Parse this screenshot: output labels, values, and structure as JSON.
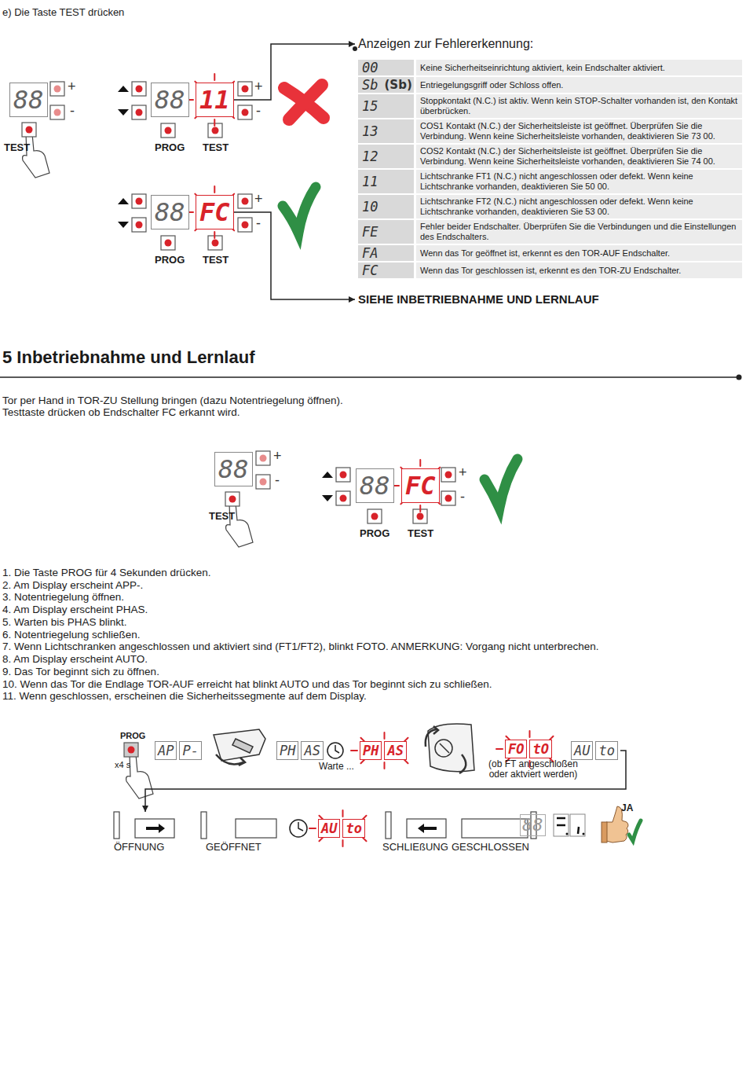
{
  "diagram": {
    "title": "5 Inbetriebnahme und Lernlauf",
    "nodes": [
      {
        "text": [
          "11"
        ]
      },
      {
        "text": [
          "FC"
        ]
      },
      {
        "text": [
          "Anzeigen zur Fehlererkennung:"
        ]
      },
      {
        "text": [
          "SIEHE INBETRIEBNAHME UND LERNLAUF"
        ]
      },
      {
        "text": [
          "AP",
          "P-"
        ]
      },
      {
        "text": [
          "PH",
          "AS"
        ]
      },
      {
        "text": [
          "PH",
          "AS"
        ]
      },
      {
        "text": [
          "FO",
          "tO"
        ]
      },
      {
        "text": [
          "AU",
          "to"
        ]
      },
      {
        "text": [
          "ÖFFNUNG"
        ]
      },
      {
        "text": [
          "GEÖFFNET"
        ]
      },
      {
        "text": [
          "AU",
          "to"
        ]
      },
      {
        "text": [
          "SCHLIEßUNG"
        ]
      },
      {
        "text": [
          "GESCHLOSSEN"
        ]
      }
    ],
    "edges": [
      {
        "from": 0,
        "to": 2,
        "arrow": "to"
      },
      {
        "from": 1,
        "to": 3,
        "arrow": "to"
      },
      {
        "from": 8,
        "to": 9,
        "arrow": "to"
      }
    ],
    "labels": [
      "e) Die Taste TEST drücken",
      "88",
      "+",
      "-",
      "TEST",
      "88",
      "+",
      "-",
      "PROG",
      "TEST",
      "88",
      "+",
      "-",
      "PROG",
      "TEST",
      "00",
      "Keine Sicherheitseinrichtung aktiviert, kein Endschalter aktiviert.",
      "Sb",
      "(Sb)",
      "Entriegelungsgriff oder Schloss offen.",
      "15",
      "Stoppkontakt (N.C.) ist aktiv. Wenn kein STOP-Schalter vorhanden ist, den Kontakt überbrücken.",
      "13",
      "COS1 Kontakt (N.C.) der Sicherheitsleiste ist geöffnet. Überprüfen Sie die Verbindung. Wenn keine Sicherheitsleiste vorhanden, deaktivieren Sie 73 00.",
      "12",
      "COS2 Kontakt (N.C.) der Sicherheitsleiste ist geöffnet. Überprüfen Sie die Verbindung. Wenn keine Sicherheitsleiste vorhanden, deaktivieren Sie 74 00.",
      "11",
      "Lichtschranke FT1 (N.C.) nicht angeschlossen oder defekt. Wenn keine Lichtschranke vorhanden, deaktivieren Sie 50 00.",
      "10",
      "Lichtschranke FT2 (N.C.) nicht angeschlossen oder defekt. Wenn keine Lichtschranke vorhanden, deaktivieren Sie 53 00.",
      "FE",
      "Fehler beider Endschalter. Überprüfen Sie die Verbindungen und die Einstellungen des Endschalters.",
      "FA",
      "Wenn das Tor geöffnet ist, erkennt es den TOR-AUF Endschalter.",
      "FC",
      "Wenn das Tor geschlossen ist, erkennt es den TOR-ZU Endschalter.",
      "Tor per Hand in TOR-ZU Stellung bringen (dazu Notentriegelung öffnen). Testtaste drücken ob Endschalter FC erkannt wird.",
      "88",
      "+",
      "-",
      "TEST",
      "88",
      "FC",
      "+",
      "-",
      "PROG",
      "TEST",
      "1. Die Taste PROG für 4 Sekunden drücken.",
      "2. Am Display erscheint APP-.",
      "3. Notentriegelung öffnen.",
      "4. Am Display erscheint PHAS.",
      "5. Warten bis PHAS blinkt.",
      "6. Notentriegelung schließen.",
      "7. Wenn Lichtschranken angeschlossen und aktiviert sind (FT1/FT2), blinkt FOTO. ANMERKUNG: Vorgang nicht unterbrechen.",
      "8. Am Display erscheint AUTO.",
      "9. Das Tor beginnt sich zu öffnen.",
      "10. Wenn das Tor die Endlage TOR-AUF erreicht hat blinkt AUTO und das Tor beginnt sich zu schließen.",
      "11. Wenn geschlossen, erscheinen die Sicherheitssegmente auf dem Display.",
      "PROG",
      "x4 s",
      "Warte ...",
      "(ob FT angeschloßen oder aktviert werden)",
      "88",
      "JA"
    ]
  }
}
